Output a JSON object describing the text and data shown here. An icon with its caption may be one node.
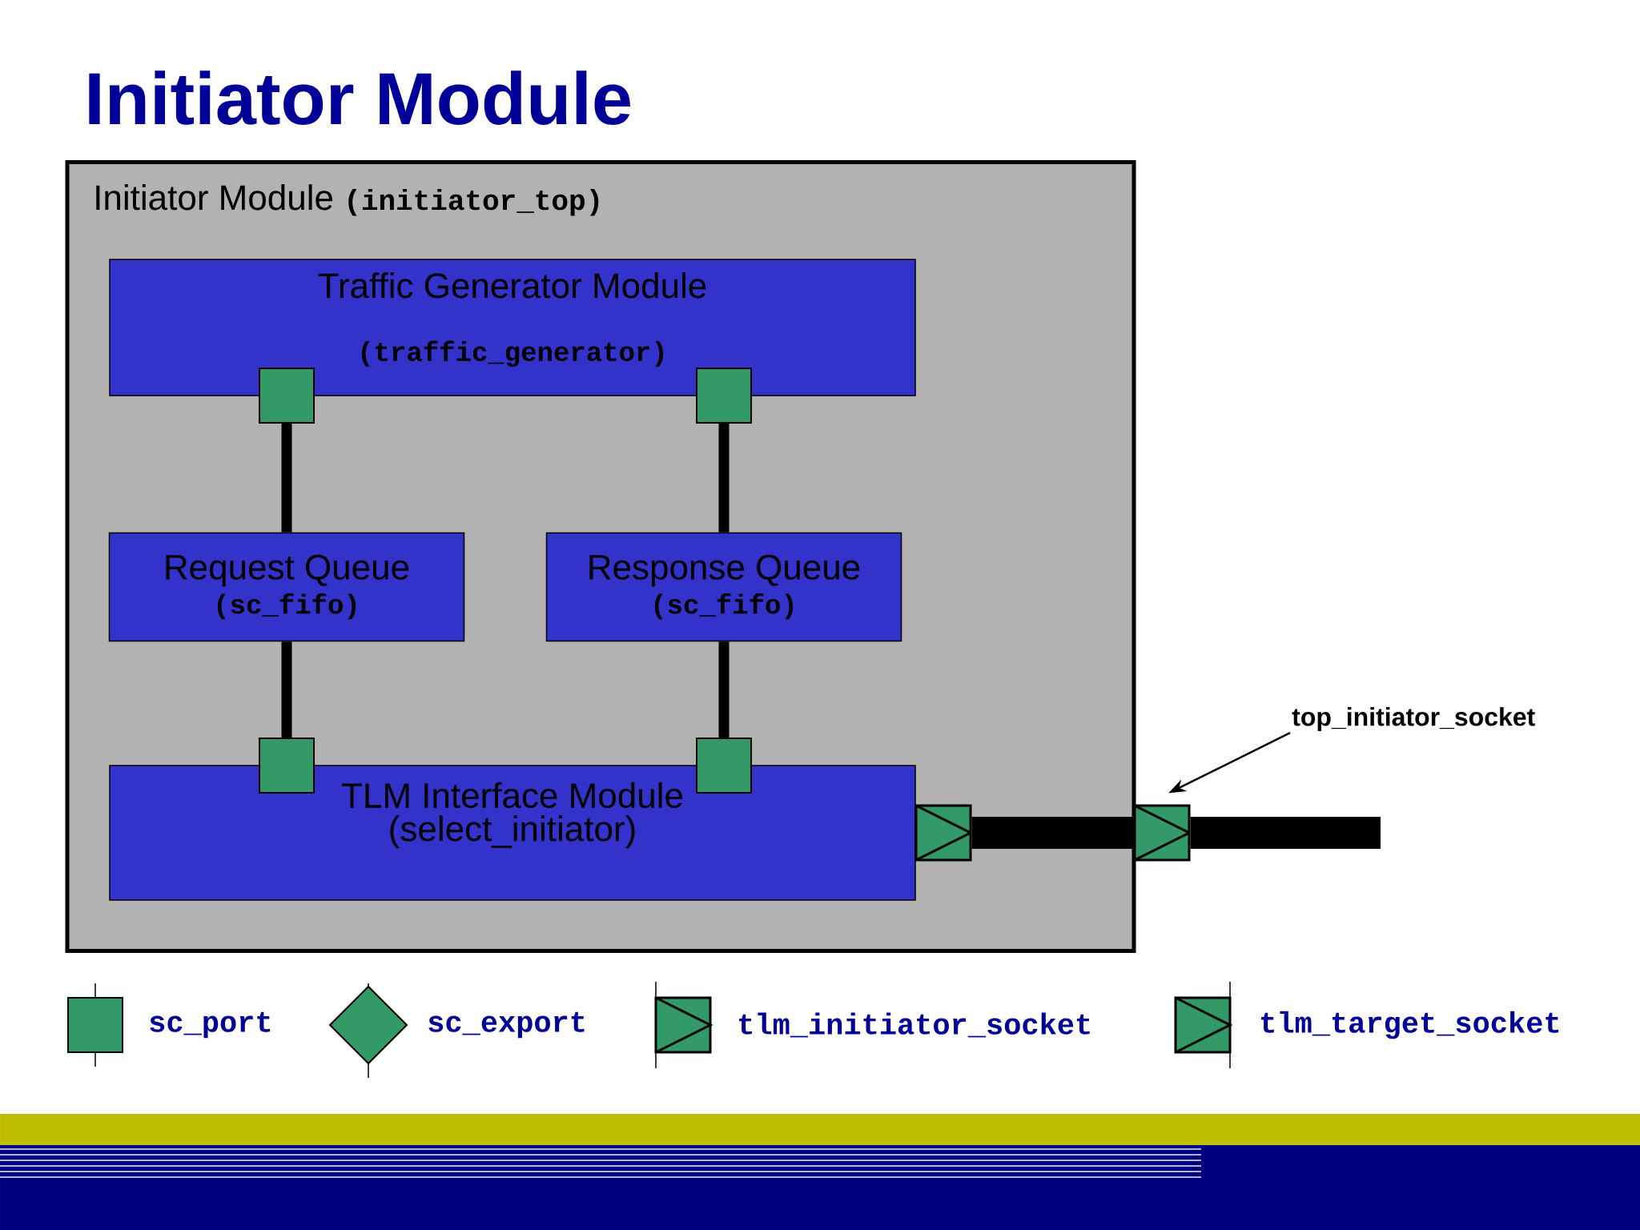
{
  "diagram": {
    "title": "Initiator Module",
    "nodes": [
      {
        "text": [
          "Initiator Module",
          "(initiator_top)"
        ]
      },
      {
        "text": [
          "Traffic Generator Module",
          "(traffic_generator)"
        ],
        "in": 0
      },
      {
        "text": [],
        "shape": "square",
        "in": 0
      },
      {
        "text": [],
        "shape": "square",
        "in": 0
      },
      {
        "text": [
          "Request Queue",
          "(sc_fifo)"
        ],
        "in": 0
      },
      {
        "text": [
          "Response Queue",
          "(sc_fifo)"
        ],
        "in": 0
      },
      {
        "text": [],
        "shape": "square",
        "in": 0
      },
      {
        "text": [],
        "shape": "square",
        "in": 0
      },
      {
        "text": [
          "TLM Interface Module",
          "(select_initiator)"
        ],
        "in": 0
      },
      {
        "text": [],
        "shape": "socket",
        "in": 0
      },
      {
        "text": [],
        "shape": "socket"
      },
      {
        "text": [
          "top_initiator_socket"
        ]
      }
    ],
    "edges": [
      {
        "from": 2,
        "to": 4,
        "arrow": "none"
      },
      {
        "from": 3,
        "to": 5,
        "arrow": "none"
      },
      {
        "from": 4,
        "to": 6,
        "arrow": "none"
      },
      {
        "from": 5,
        "to": 7,
        "arrow": "none"
      },
      {
        "from": 9,
        "to": 10,
        "arrow": "none",
        "style": "thick"
      },
      {
        "from": 10,
        "to": null,
        "arrow": "none",
        "style": "thick"
      },
      {
        "from": 11,
        "to": 10,
        "arrow": "to"
      }
    ],
    "legend": [
      {
        "text": "sc_port"
      },
      {
        "text": "sc_export"
      },
      {
        "text": "tlm_initiator_socket"
      },
      {
        "text": "tlm_target_socket"
      }
    ]
  }
}
